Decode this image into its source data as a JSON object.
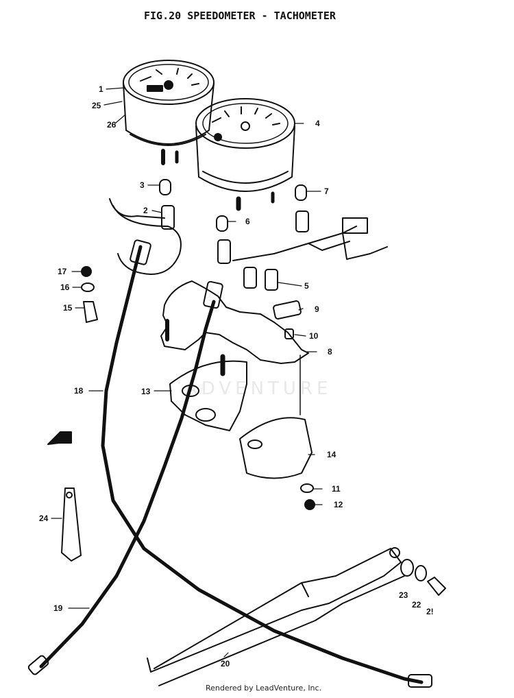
{
  "title": "FIG.20  SPEEDOMETER - TACHOMETER",
  "watermark": "ADVENTURE",
  "credit": "Rendered by LeadVenture, Inc.",
  "callouts": {
    "n1": "1",
    "n2": "2",
    "n3": "3",
    "n4": "4",
    "n5": "5",
    "n6": "6",
    "n7": "7",
    "n8": "8",
    "n9": "9",
    "n10": "10",
    "n11": "11",
    "n12": "12",
    "n13": "13",
    "n14": "14",
    "n15": "15",
    "n16": "16",
    "n17": "17",
    "n18": "18",
    "n19": "19",
    "n20": "20",
    "n21": "2!",
    "n22": "22",
    "n23": "23",
    "n24": "24",
    "n25": "25",
    "n26": "26"
  }
}
